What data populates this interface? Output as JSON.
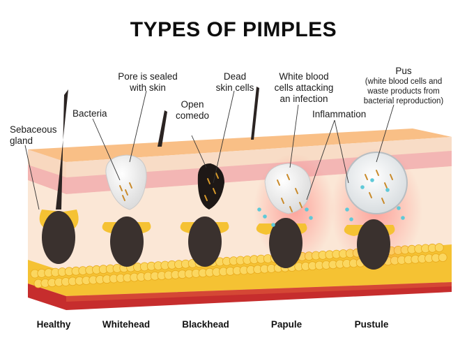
{
  "title": "TYPES OF PIMPLES",
  "labels": {
    "sebaceous_1": "Sebaceous",
    "sebaceous_2": "gland",
    "bacteria": "Bacteria",
    "pore_sealed_1": "Pore is sealed",
    "pore_sealed_2": "with skin",
    "open_comedo_1": "Open",
    "open_comedo_2": "comedo",
    "dead_cells_1": "Dead",
    "dead_cells_2": "skin cells",
    "white_blood_1": "White blood",
    "white_blood_2": "cells attacking",
    "white_blood_3": "an infection",
    "inflammation": "Inflammation",
    "pus_1": "Pus",
    "pus_2": "(white blood cells and",
    "pus_3": "waste products from",
    "pus_4": "bacterial reproduction)"
  },
  "stages": [
    "Healthy",
    "Whitehead",
    "Blackhead",
    "Papule",
    "Pustule"
  ],
  "colors": {
    "skin_top": "#f7b57a",
    "epidermis": "#f6d0b2",
    "pink_layer": "#f3b3b5",
    "fat": "#f5c233",
    "dermis": "#fbe7d6",
    "follicle": "#3a312e",
    "bottom": "#c62d2d"
  }
}
